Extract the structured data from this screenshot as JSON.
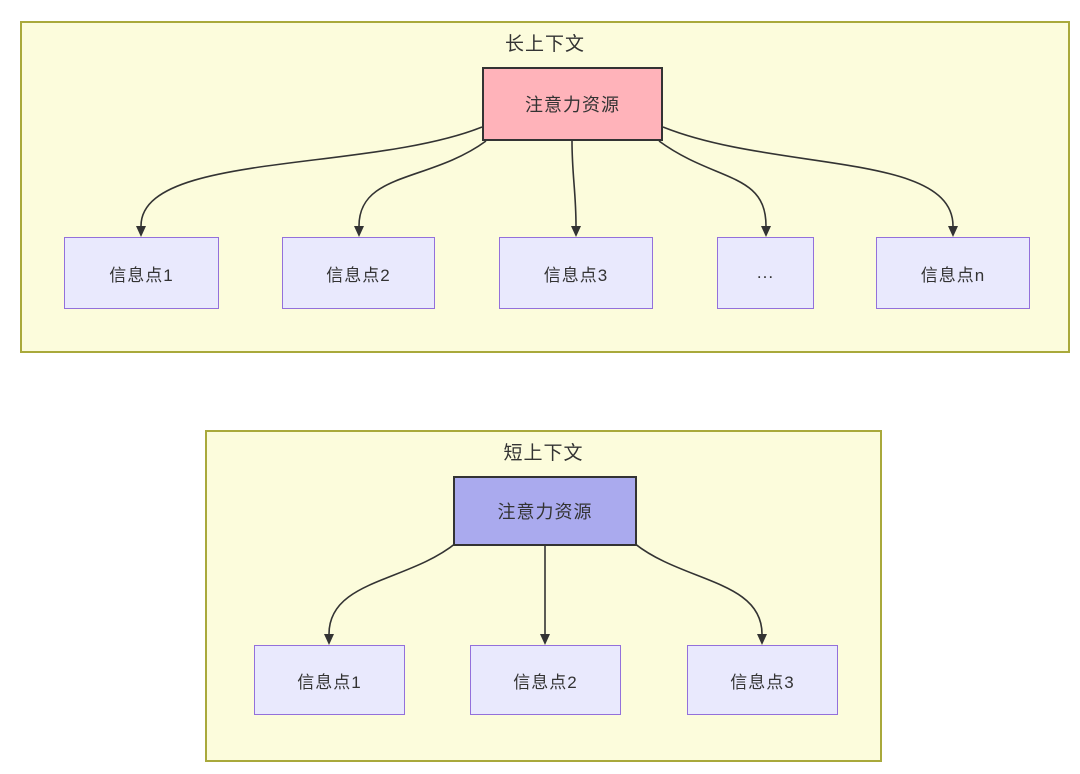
{
  "diagram": {
    "long_context": {
      "title": "长上下文",
      "source_label": "注意力资源",
      "nodes": [
        "信息点1",
        "信息点2",
        "信息点3",
        "...",
        "信息点n"
      ]
    },
    "short_context": {
      "title": "短上下文",
      "source_label": "注意力资源",
      "nodes": [
        "信息点1",
        "信息点2",
        "信息点3"
      ]
    },
    "colors": {
      "panel_fill": "#fcfcdc",
      "panel_border": "#a9a93b",
      "long_source_fill": "#ffb3ba",
      "short_source_fill": "#aaaaee",
      "info_node_fill": "#e9e9fd",
      "info_node_border": "#9370db",
      "node_border_dark": "#333333",
      "arrow": "#333333"
    }
  }
}
